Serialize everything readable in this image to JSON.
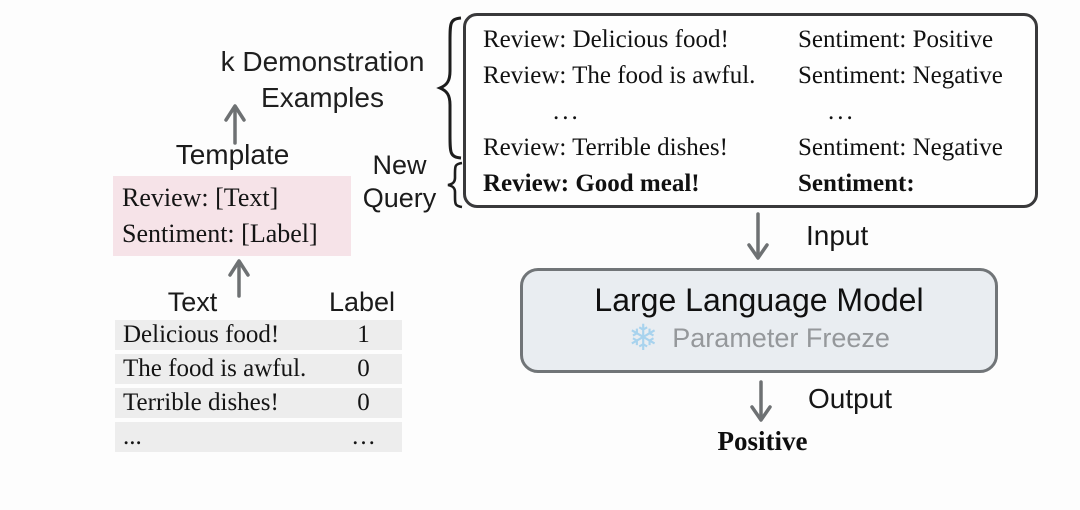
{
  "left": {
    "k_demo_line1": "k Demonstration",
    "k_demo_line2": "Examples",
    "template_label": "Template",
    "template_line1": "Review: [Text]",
    "template_line2": "Sentiment: [Label]",
    "table": {
      "text_header": "Text",
      "label_header": "Label",
      "rows": [
        {
          "text": "Delicious food!",
          "label": "1"
        },
        {
          "text": "The food is awful.",
          "label": "0"
        },
        {
          "text": "Terrible dishes!",
          "label": "0"
        },
        {
          "text": "...",
          "label": "..."
        }
      ]
    },
    "new_query_line1": "New",
    "new_query_line2": "Query"
  },
  "prompt": {
    "rows": [
      {
        "review": "Review: Delicious food!",
        "sentiment": "Sentiment: Positive"
      },
      {
        "review": "Review: The food is awful.",
        "sentiment": "Sentiment: Negative"
      },
      {
        "review": "...",
        "sentiment": "..."
      },
      {
        "review": "Review: Terrible dishes!",
        "sentiment": "Sentiment: Negative"
      },
      {
        "review": "Review: Good meal!",
        "sentiment": "Sentiment:"
      }
    ]
  },
  "flow": {
    "input_label": "Input",
    "llm_title": "Large Language Model",
    "snowflake_icon": "❄",
    "freeze_label": "Parameter Freeze",
    "output_label": "Output",
    "result_label": "Positive"
  },
  "colors": {
    "template_box_bg": "#f6e3e8",
    "table_row_bg": "#ededed",
    "prompt_box_border": "#39393b",
    "llm_box_bg": "#e9edf1",
    "llm_box_border": "#717578",
    "snowflake_blue": "#a8d3ee",
    "freeze_text_gray": "#95989b",
    "arrow_gray": "#6e7173"
  }
}
